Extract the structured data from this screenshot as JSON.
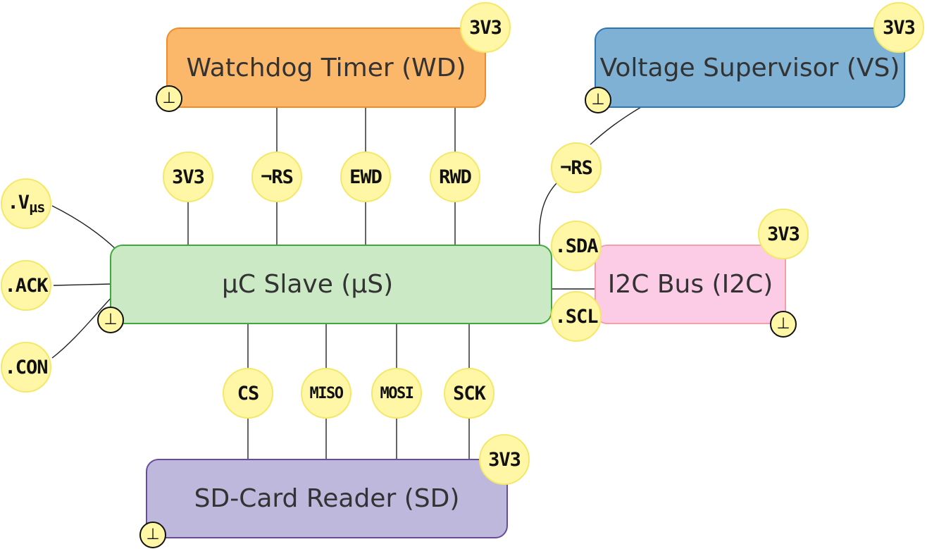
{
  "colors": {
    "watchdog_fill": "#fbb86a",
    "watchdog_border": "#f28c28",
    "supervisor_fill": "#7fb1d4",
    "supervisor_border": "#2a76b6",
    "slave_fill": "#cce9c5",
    "slave_border": "#3fa93f",
    "i2c_fill": "#fccce6",
    "i2c_border": "#f2a0a8",
    "sd_fill": "#bdb8dc",
    "sd_border": "#6a4c9c",
    "pin_fill": "#fff7a6",
    "wire": "#222222"
  },
  "blocks": {
    "watchdog": "Watchdog Timer (WD)",
    "supervisor": "Voltage Supervisor (VS)",
    "slave": "µC Slave (µS)",
    "i2c": "I2C Bus (I2C)",
    "sd": "SD-Card Reader (SD)"
  },
  "pins": {
    "wd_supply": "3V3",
    "vs_supply": "3V3",
    "i2c_supply": "3V3",
    "sd_supply": "3V3",
    "slave_3v3": "3V3",
    "slave_rs": "¬RS",
    "slave_ewd": "EWD",
    "slave_rwd": "RWD",
    "vs_rs": "¬RS",
    "vmus_prefix": ".V",
    "vmus_sub": "µs",
    "ack": ".ACK",
    "con": ".CON",
    "sda": ".SDA",
    "scl": ".SCL",
    "cs": "CS",
    "miso": "MISO",
    "mosi": "MOSI",
    "sck": "SCK"
  },
  "ground_symbol": "⊥"
}
